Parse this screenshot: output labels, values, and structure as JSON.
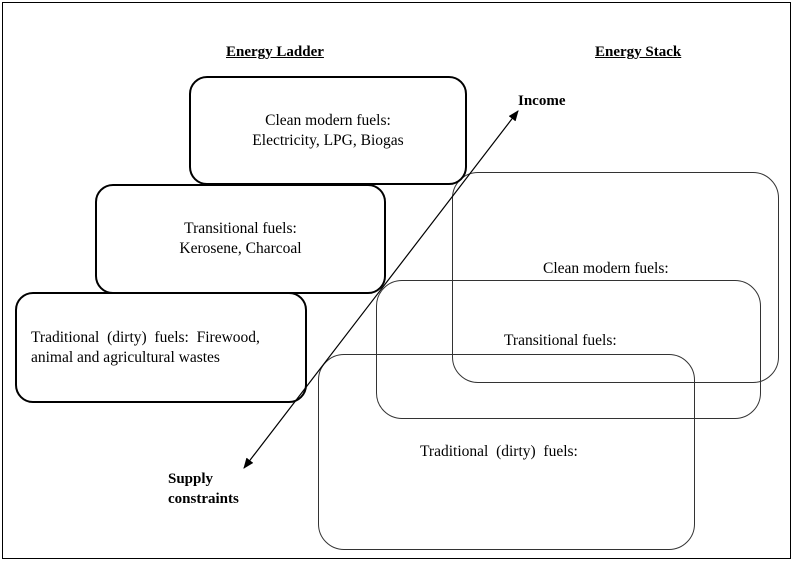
{
  "ladder": {
    "title": "Energy Ladder",
    "clean": {
      "line1": "Clean modern fuels:",
      "line2": "Electricity, LPG, Biogas"
    },
    "transitional": {
      "line1": "Transitional fuels:",
      "line2": "Kerosene, Charcoal"
    },
    "traditional": {
      "line1": "Traditional  (dirty)  fuels:  Firewood,",
      "line2": "animal and agricultural wastes"
    }
  },
  "stack": {
    "title": "Energy Stack",
    "clean": "Clean modern fuels:",
    "transitional": "Transitional fuels:",
    "traditional": "Traditional  (dirty)  fuels:"
  },
  "axis": {
    "top": "Income",
    "bottom_line1": "Supply",
    "bottom_line2": "constraints"
  }
}
